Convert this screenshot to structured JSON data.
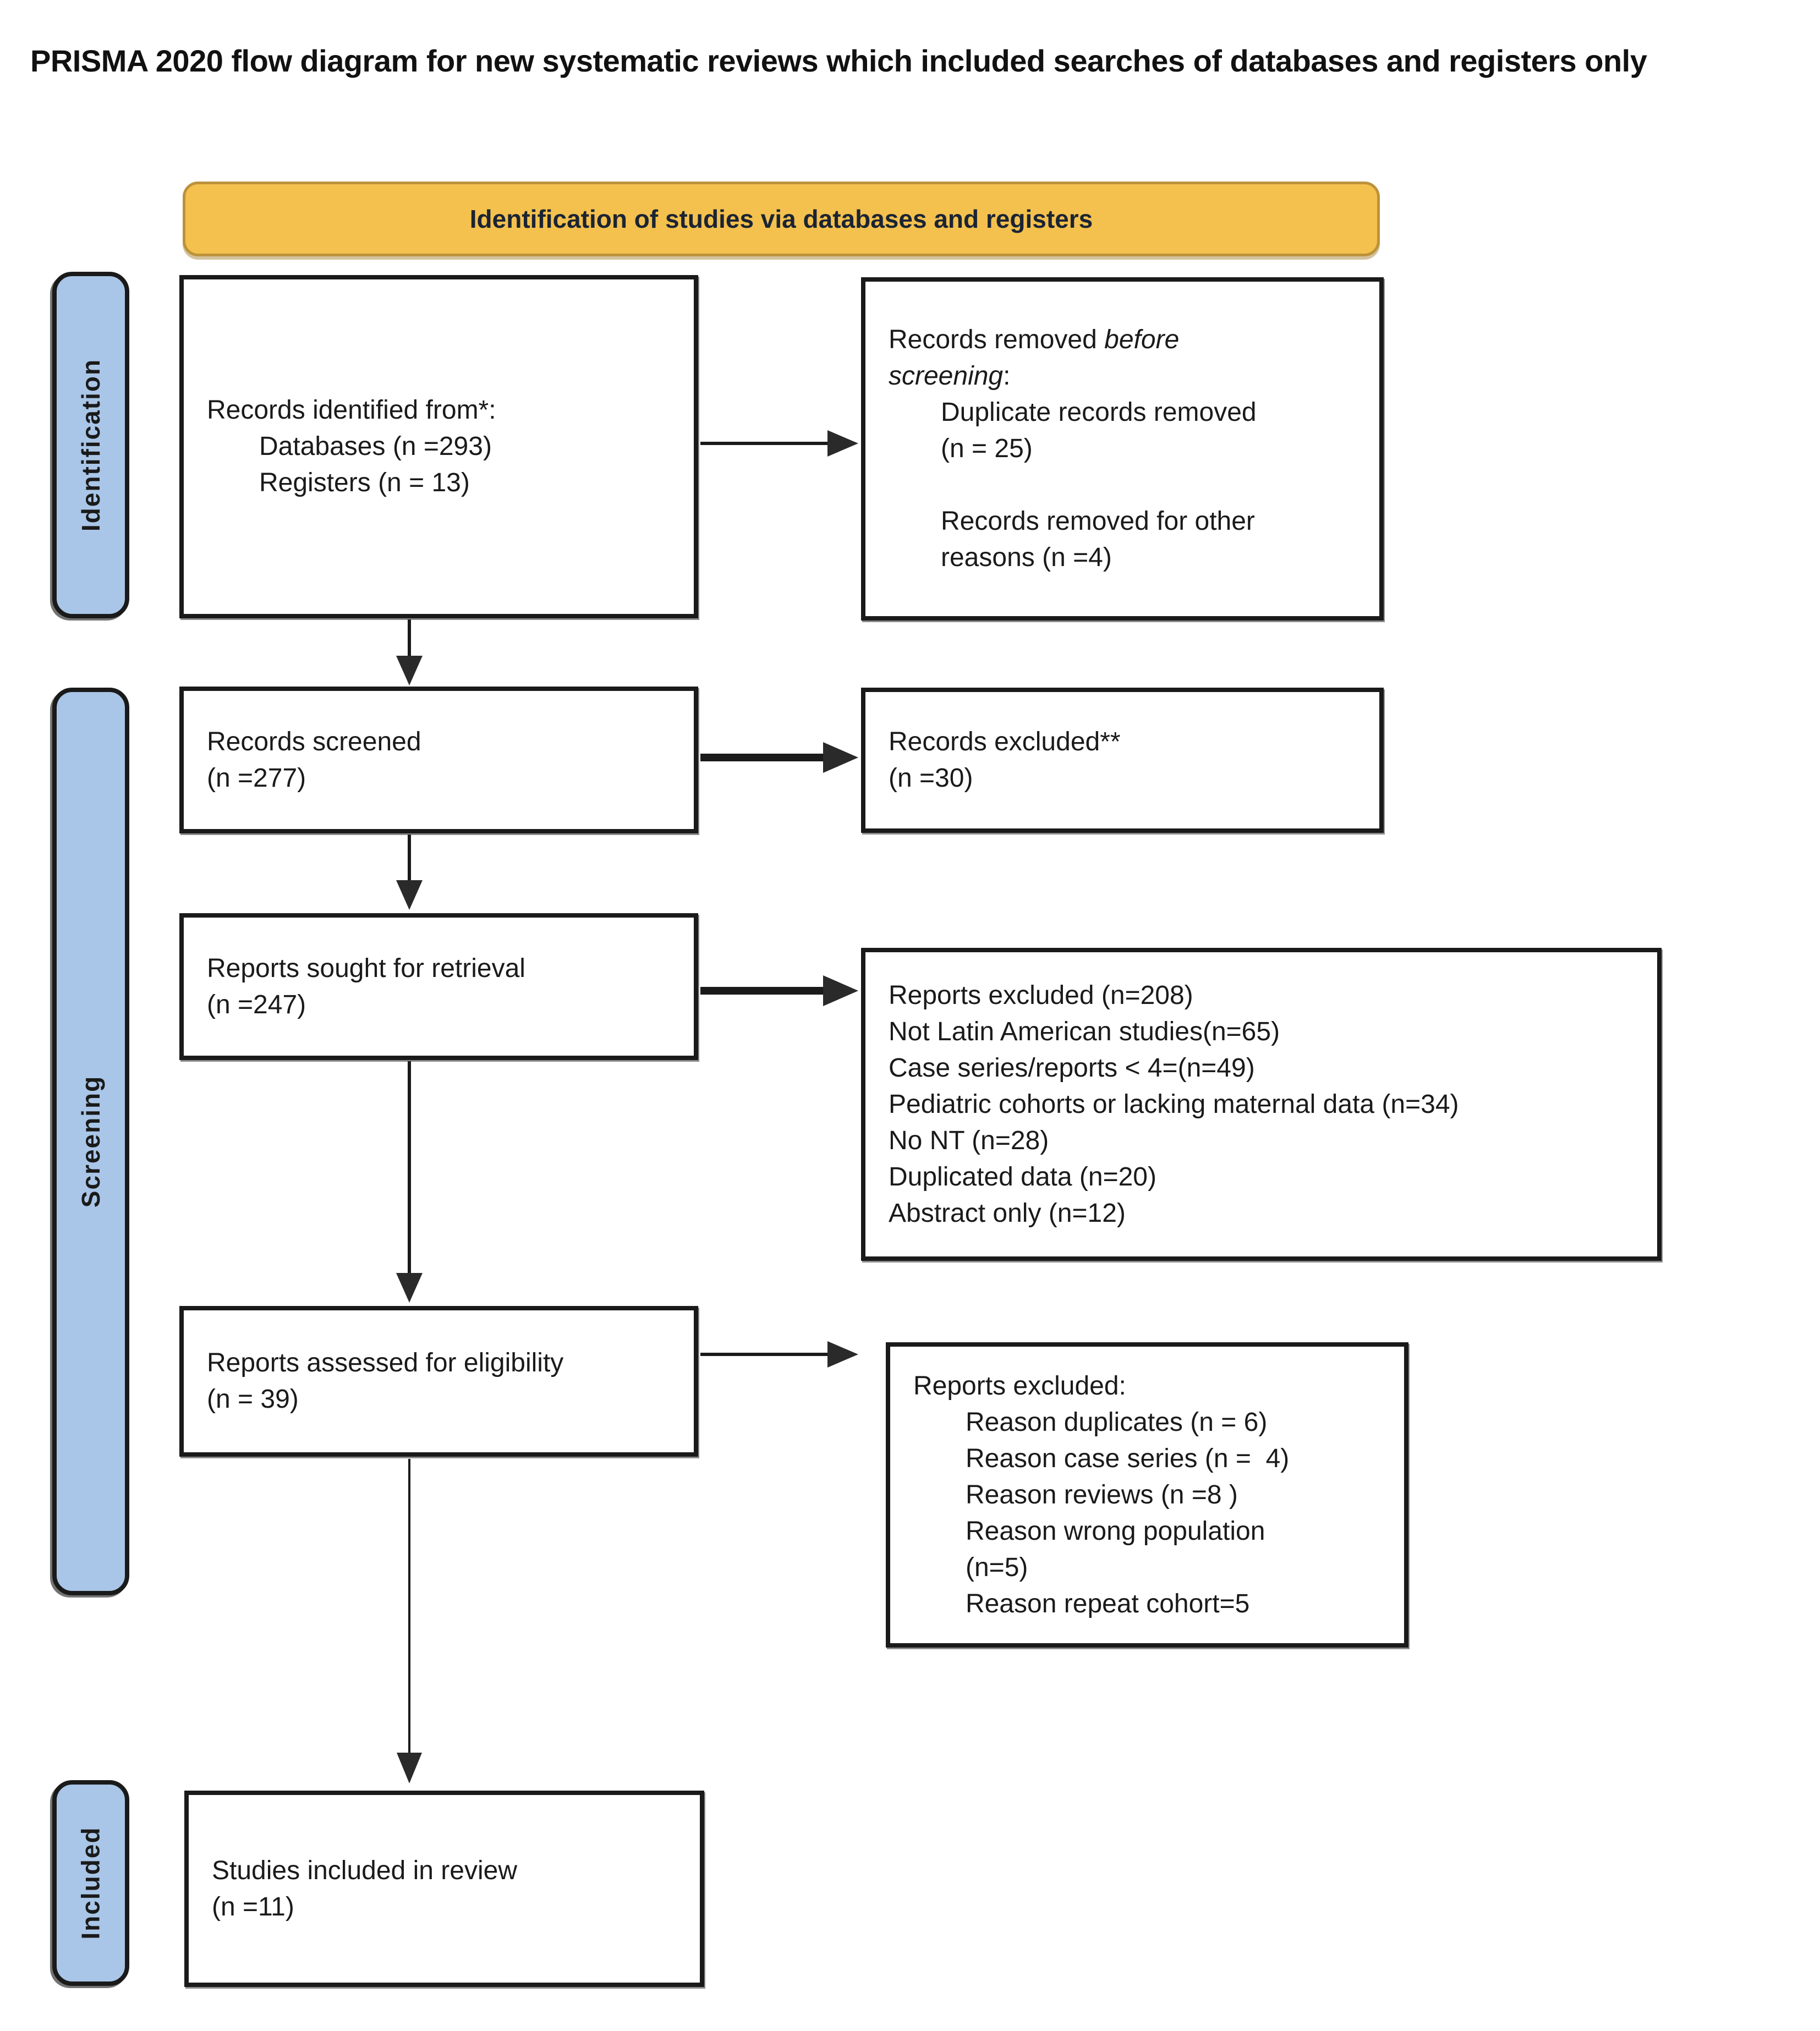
{
  "title": "PRISMA 2020 flow diagram for new systematic reviews which included searches of databases and registers only",
  "banner": {
    "label": "Identification of studies via databases and registers"
  },
  "stages": {
    "identification": {
      "label": "Identification"
    },
    "screening": {
      "label": "Screening"
    },
    "included": {
      "label": "Included"
    }
  },
  "boxes": {
    "records_identified": {
      "heading": "Records identified from*:",
      "lines": [
        "Databases (n =293)",
        "Registers (n = 13)"
      ]
    },
    "records_removed": {
      "h1a": "Records removed ",
      "h1b": "before",
      "h2a": "screening",
      "h2b": ":",
      "lines_group1": [
        "Duplicate records removed",
        "(n = 25)"
      ],
      "lines_group2": [
        "Records removed for other",
        "reasons (n =4)"
      ]
    },
    "records_screened": {
      "lines": [
        "Records screened",
        "(n =277)"
      ]
    },
    "records_excluded": {
      "lines": [
        "Records excluded**",
        "(n =30)"
      ]
    },
    "reports_sought": {
      "lines": [
        "Reports sought for retrieval",
        "(n =247)"
      ]
    },
    "reports_excluded_screening": {
      "lines": [
        "Reports excluded (n=208)",
        "Not Latin American studies(n=65)",
        "Case series/reports < 4=(n=49)",
        "Pediatric cohorts or lacking maternal data (n=34)",
        "No NT (n=28)",
        "Duplicated data (n=20)",
        "Abstract only (n=12)"
      ]
    },
    "reports_assessed": {
      "lines": [
        "Reports assessed for eligibility",
        "(n = 39)"
      ]
    },
    "reports_excluded_eligibility": {
      "heading": "Reports excluded:",
      "lines": [
        "Reason duplicates (n = 6)",
        "Reason case series (n =  4)",
        "Reason reviews (n =8 )",
        "Reason wrong population",
        "(n=5)",
        "Reason repeat cohort=5"
      ]
    },
    "studies_included": {
      "lines": [
        "Studies included in review",
        "(n =11)"
      ]
    }
  },
  "colors": {
    "banner_fill": "#F4C14E",
    "banner_border": "#BC923B",
    "banner_text": "#1B2433",
    "stage_fill": "#A9C6E8",
    "box_border": "#1A1A1A",
    "background": "#FFFFFF"
  }
}
